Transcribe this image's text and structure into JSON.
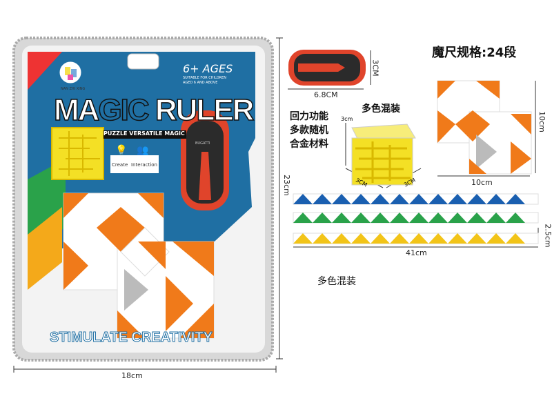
{
  "package": {
    "brand": "NAN ZHI XING",
    "age_title": "6+ AGES",
    "age_sub1": "SUITABLE FOR CHILDREN",
    "age_sub2": "AGED 6 AND ABOVE",
    "title_part1": "MA",
    "title_part2": "GIC",
    "title_part3": " RULER",
    "subtitle": "PUZZLE VERSATILE MAGIC",
    "icon1_label": "Create",
    "icon2_label": "Interaction",
    "bottom_slogan": "STIMULATE CREATIVITY",
    "car_text": "BUGATTI",
    "colors": {
      "blue": "#1f6fa3",
      "orange": "#f07a1a",
      "silver": "#c9c9c9",
      "yellow": "#f4e025"
    }
  },
  "dimensions": {
    "package_width": "18cm",
    "package_height": "23cm",
    "car_height": "3CM",
    "car_width": "6.8CM",
    "cube_height": "3cm",
    "cube_width1": "3CM",
    "cube_width2": "3CM",
    "ruler_height": "10cm",
    "ruler_width": "10cm",
    "strip_length": "41cm",
    "strip_height": "2.5cm"
  },
  "labels": {
    "spec": "魔尺规格:24段",
    "mixed_colors_top": "多色混装",
    "features": [
      "回力功能",
      "多款随机",
      "合金材料"
    ],
    "mixed_colors_bottom": "多色混装"
  },
  "strips": [
    {
      "color": "#1a5fb0"
    },
    {
      "color": "#2aa24a"
    },
    {
      "color": "#f2c418"
    }
  ]
}
